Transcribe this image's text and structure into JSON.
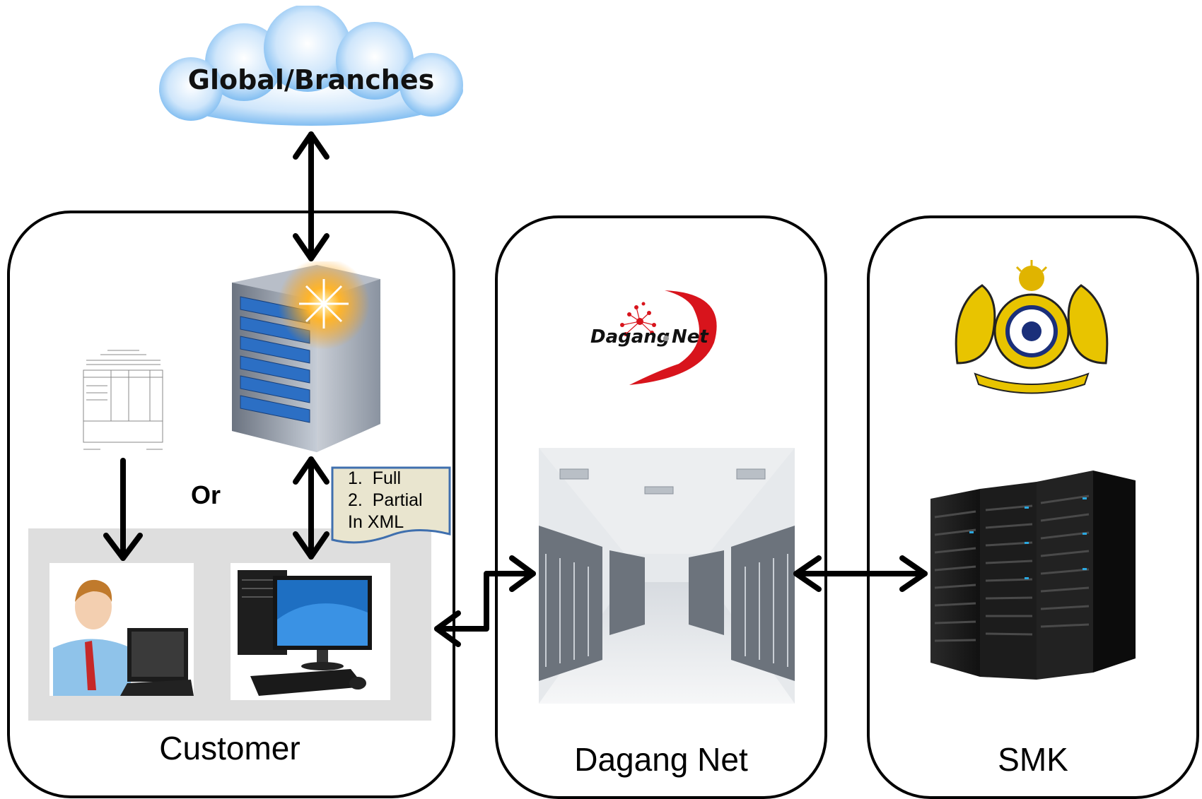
{
  "cloud": {
    "label": "Global/Branches",
    "color": "#5aa9ec"
  },
  "customer": {
    "label": "Customer",
    "or_label": "Or"
  },
  "note": {
    "lines": [
      "1.  Full",
      "2.  Partial",
      "In XML"
    ],
    "fill": "#e9e5cf"
  },
  "dagang": {
    "label": "Dagang Net",
    "logo_text_a": "Dagang",
    "logo_text_b": "Net",
    "logo_color": "#d8141c"
  },
  "smk": {
    "label": "SMK"
  },
  "icons": {
    "form": "document-form-icon",
    "server": "server-tower-icon",
    "user": "user-at-computer-icon",
    "pc": "desktop-computer-icon",
    "datacenter": "datacenter-corridor-icon",
    "rack": "server-rack-icon",
    "crest": "government-crest-icon"
  }
}
